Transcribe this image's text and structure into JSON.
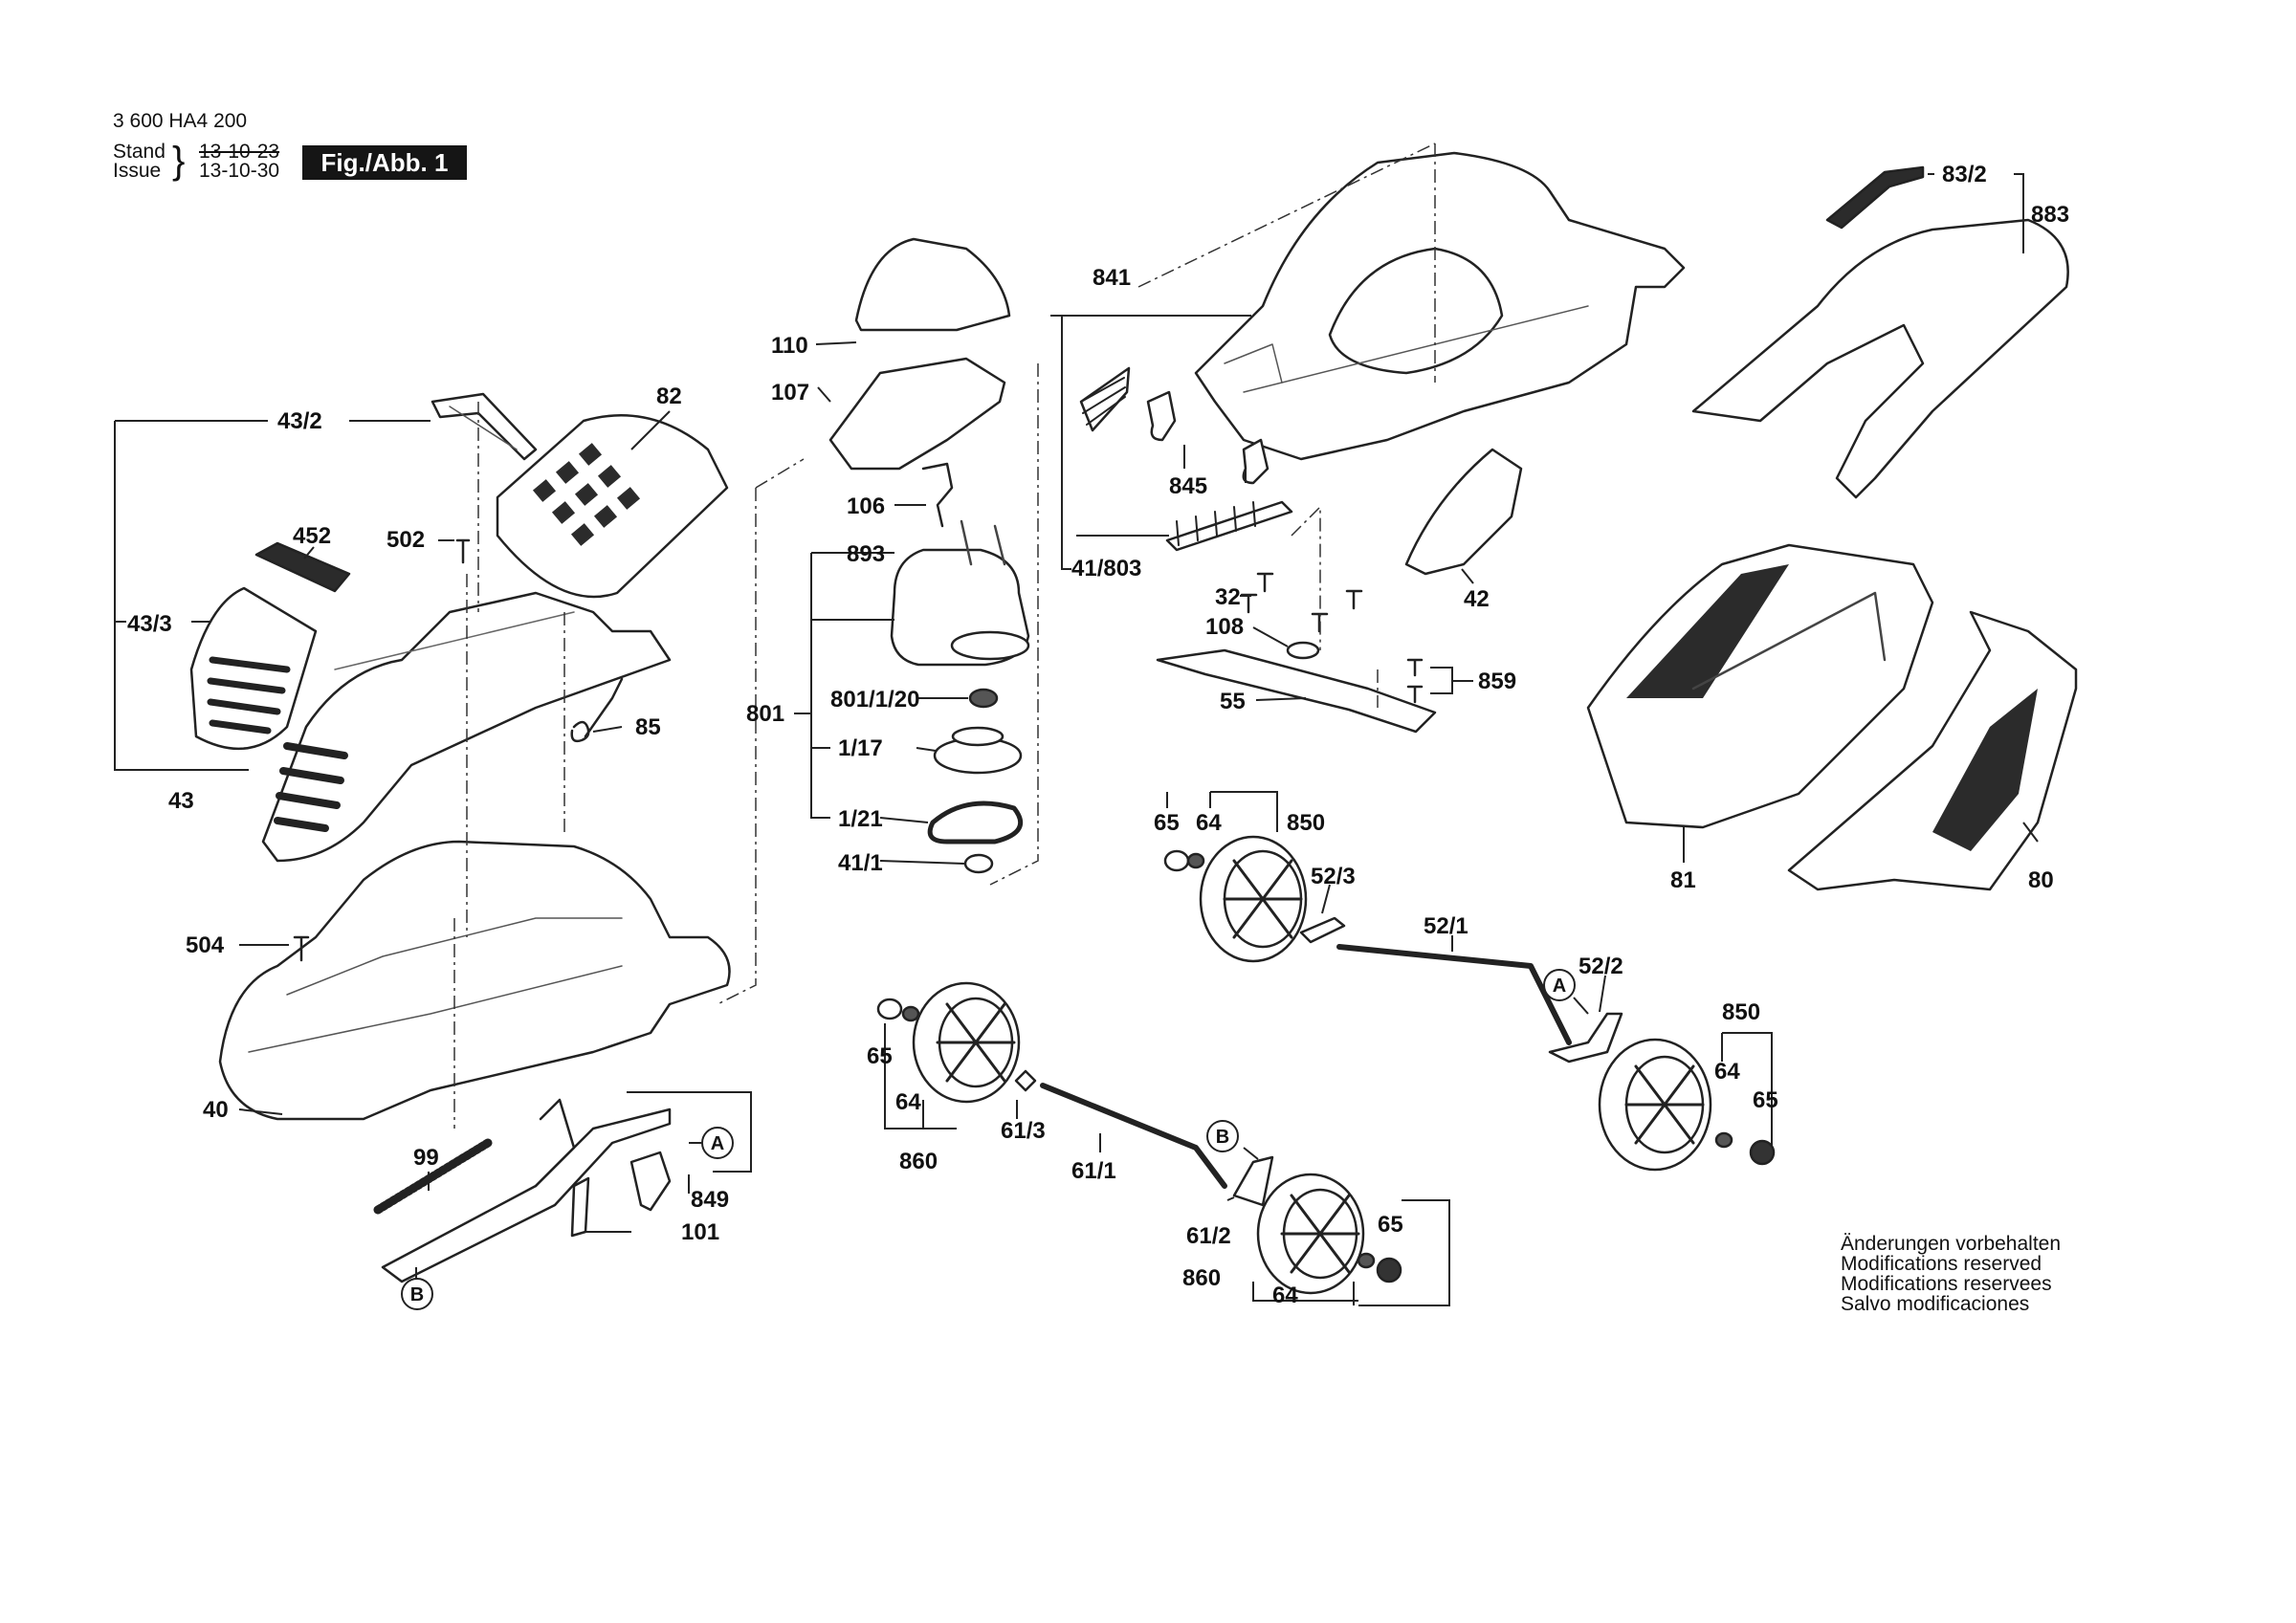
{
  "header": {
    "part_number": "3 600 HA4 200",
    "stand_label": "Stand",
    "stand_date": "13-10-23",
    "issue_label": "Issue",
    "issue_date": "13-10-30",
    "figure": "Fig./Abb. 1"
  },
  "notes": [
    "Änderungen vorbehalten",
    "Modifications reserved",
    "Modifications reservees",
    "Salvo modificaciones"
  ],
  "callouts": {
    "c_43_2": "43/2",
    "c_82": "82",
    "c_452": "452",
    "c_502": "502",
    "c_43_3": "43/3",
    "c_85": "85",
    "c_43": "43",
    "c_504": "504",
    "c_40": "40",
    "c_99": "99",
    "c_849": "849",
    "c_101": "101",
    "c_110": "110",
    "c_107": "107",
    "c_106": "106",
    "c_893": "893",
    "c_801": "801",
    "c_801_1_20": "801/1/20",
    "c_1_17": "1/17",
    "c_1_21": "1/21",
    "c_41_1": "41/1",
    "c_841": "841",
    "c_845": "845",
    "c_41_803": "41/803",
    "c_32": "32",
    "c_42": "42",
    "c_108": "108",
    "c_55": "55",
    "c_859": "859",
    "c_83_2": "83/2",
    "c_883": "883",
    "c_81": "81",
    "c_80": "80",
    "c_65_a": "65",
    "c_64_a": "64",
    "c_850_a": "850",
    "c_52_3": "52/3",
    "c_52_1": "52/1",
    "c_52_2": "52/2",
    "c_850_b": "850",
    "c_64_b": "64",
    "c_65_b": "65",
    "c_65_c": "65",
    "c_64_c": "64",
    "c_860_a": "860",
    "c_61_3": "61/3",
    "c_61_1": "61/1",
    "c_61_2": "61/2",
    "c_65_d": "65",
    "c_860_b": "860",
    "c_64_d": "64"
  },
  "markers": {
    "a_left": "A",
    "b_left": "B",
    "a_right": "A",
    "b_right": "B"
  }
}
